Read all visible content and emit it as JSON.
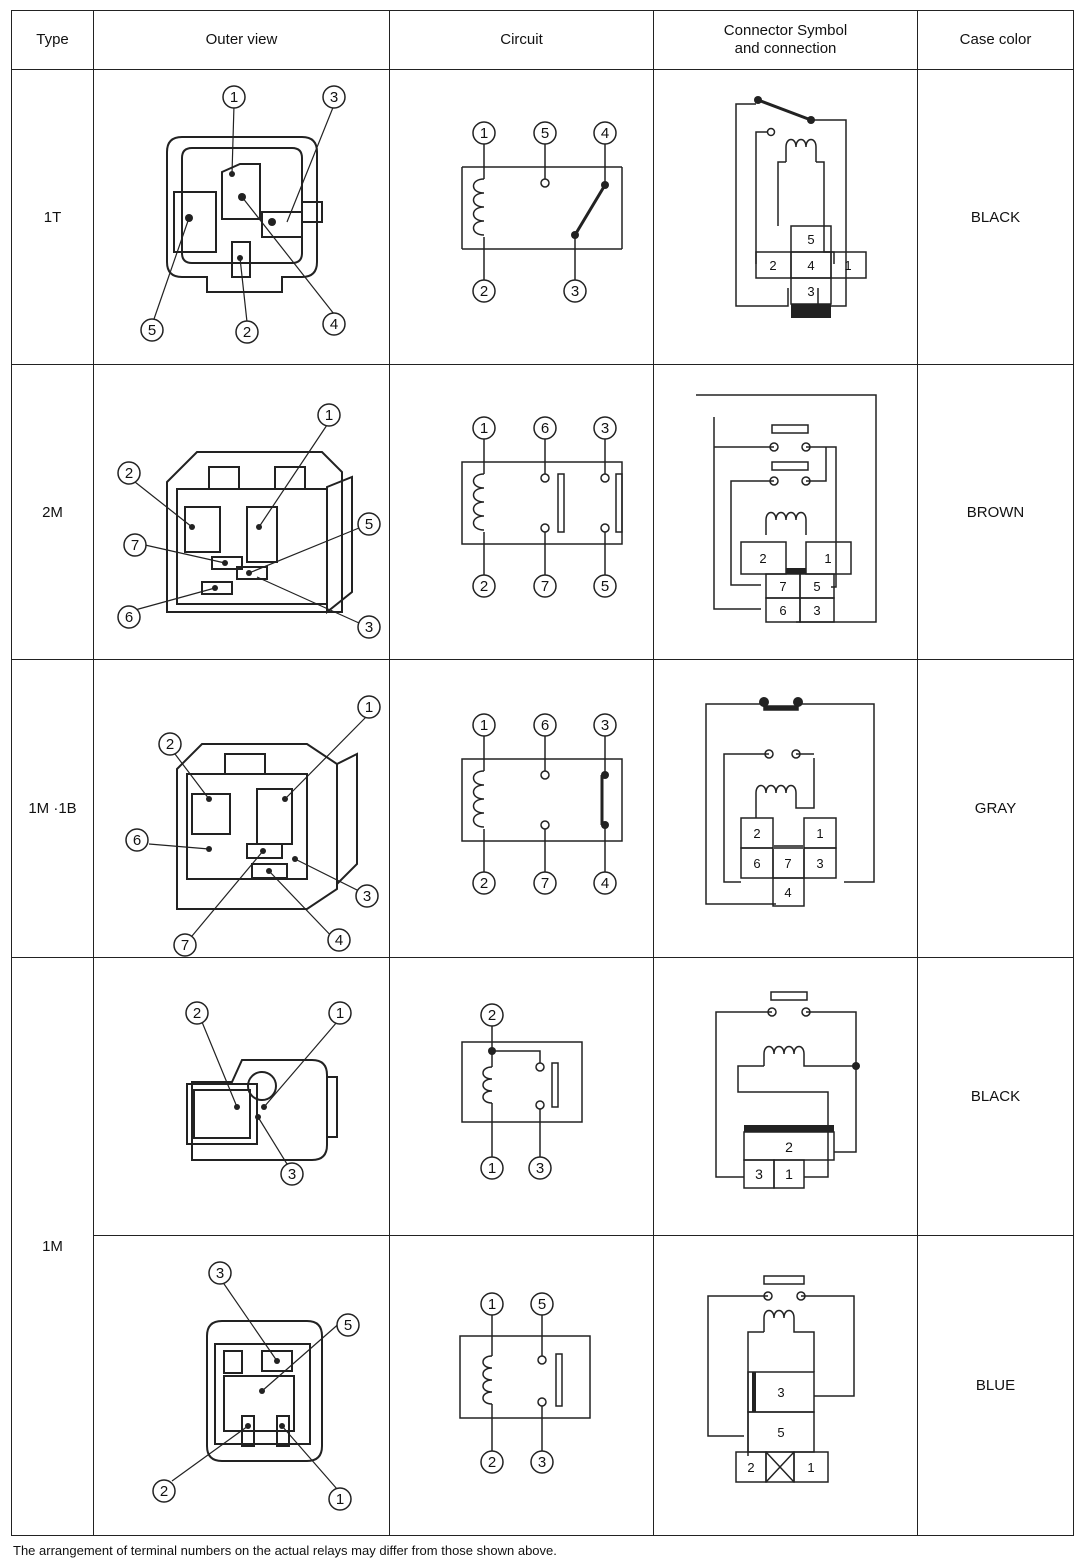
{
  "headers": {
    "type": "Type",
    "outer": "Outer view",
    "circuit": "Circuit",
    "connector": "Connector Symbol and connection",
    "case": "Case color"
  },
  "rows": [
    {
      "type": "1T",
      "case_color": "BLACK"
    },
    {
      "type": "2M",
      "case_color": "BROWN"
    },
    {
      "type": "1M ·1B",
      "case_color": "GRAY"
    },
    {
      "type": "1M",
      "case_color": "BLACK"
    },
    {
      "type": "1M",
      "case_color": "BLUE"
    }
  ],
  "merged_type_label": "1M",
  "outer_view_labels": {
    "r1": [
      "1",
      "3",
      "5",
      "2",
      "4"
    ],
    "r2": [
      "1",
      "2",
      "5",
      "7",
      "6",
      "3"
    ],
    "r3": [
      "1",
      "2",
      "6",
      "3",
      "7",
      "4"
    ],
    "r4": [
      "2",
      "1",
      "3"
    ],
    "r5": [
      "3",
      "5",
      "2",
      "1"
    ]
  },
  "circuit_labels": {
    "r1": [
      "1",
      "5",
      "4",
      "2",
      "3"
    ],
    "r2": [
      "1",
      "6",
      "3",
      "2",
      "7",
      "5"
    ],
    "r3": [
      "1",
      "6",
      "3",
      "2",
      "7",
      "4"
    ],
    "r4": [
      "2",
      "1",
      "3"
    ],
    "r5": [
      "1",
      "5",
      "2",
      "3"
    ]
  },
  "connector_labels": {
    "r1": [
      "5",
      "2",
      "4",
      "1",
      "3"
    ],
    "r2": [
      "2",
      "1",
      "7",
      "5",
      "6",
      "3"
    ],
    "r3": [
      "2",
      "1",
      "6",
      "7",
      "3",
      "4"
    ],
    "r4": [
      "2",
      "3",
      "1"
    ],
    "r5": [
      "3",
      "5",
      "2",
      "1"
    ]
  },
  "footnote": "The arrangement of terminal numbers on the actual relays may differ from those shown above."
}
